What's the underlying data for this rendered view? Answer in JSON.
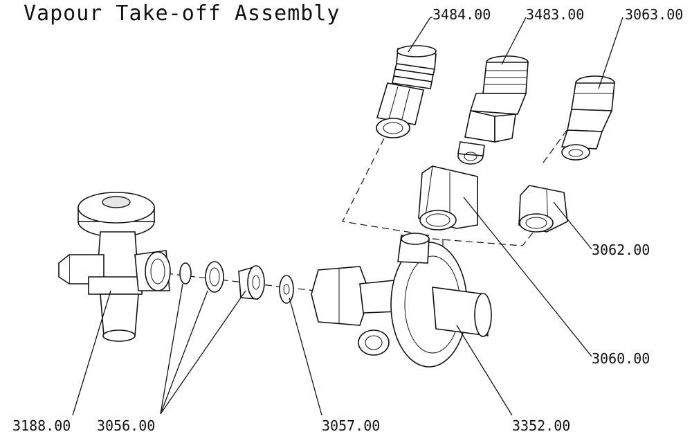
{
  "title": "Vapour Take-off Assembly",
  "parts": {
    "p3484": "3484.00",
    "p3483": "3483.00",
    "p3063": "3063.00",
    "p3062": "3062.00",
    "p3060": "3060.00",
    "p3188": "3188.00",
    "p3056": "3056.00",
    "p3057": "3057.00",
    "p3352": "3352.00"
  }
}
